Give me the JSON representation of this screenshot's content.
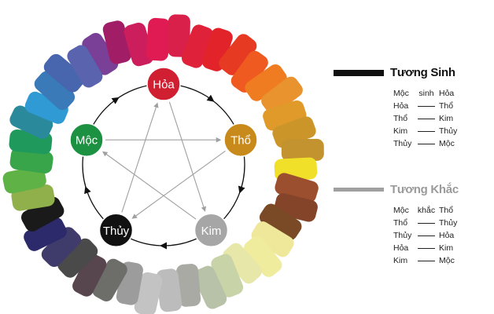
{
  "diagram": {
    "elements": [
      {
        "id": "hoa",
        "label": "Hỏa",
        "color": "#cf1f30"
      },
      {
        "id": "tho",
        "label": "Thổ",
        "color": "#c98a1c"
      },
      {
        "id": "kim",
        "label": "Kim",
        "color": "#a6a6a6"
      },
      {
        "id": "thuy",
        "label": "Thủy",
        "color": "#111111"
      },
      {
        "id": "moc",
        "label": "Mộc",
        "color": "#1c9141"
      }
    ],
    "generating_color": "#111111",
    "overcoming_color": "#a0a0a0",
    "swatch_colors": [
      "#7a3f97",
      "#a11d66",
      "#cc1e5c",
      "#e01a52",
      "#d9204a",
      "#e0213a",
      "#e2242a",
      "#e73a22",
      "#ee5a1f",
      "#f07c22",
      "#e8932d",
      "#df9a2a",
      "#cc9529",
      "#c39330",
      "#f0e02a",
      "#9c4f2e",
      "#84442a",
      "#7a4a27",
      "#efe79a",
      "#f0ec9e",
      "#e6e7a8",
      "#c9d3a8",
      "#b8c2a8",
      "#a9aaa3",
      "#bcbcbc",
      "#c3c3c3",
      "#9c9c9c",
      "#6d6e6a",
      "#58464f",
      "#4a4a4a",
      "#3f3c6b",
      "#2c2a6a",
      "#1a1a1a",
      "#8fb04a",
      "#5fb346",
      "#38a54a",
      "#1f9a5c",
      "#2a8a9c",
      "#2f9ad4",
      "#3a7ab8",
      "#4766ae",
      "#5a63ad"
    ]
  },
  "legend": {
    "generating": {
      "title": "Tương Sinh",
      "color": "#111111",
      "header": {
        "a": "Mộc",
        "rel": "sinh",
        "b": "Hỏa"
      },
      "rows": [
        {
          "a": "Hỏa",
          "b": "Thổ"
        },
        {
          "a": "Thổ",
          "b": "Kim"
        },
        {
          "a": "Kim",
          "b": "Thủy"
        },
        {
          "a": "Thủy",
          "b": "Mộc"
        }
      ]
    },
    "overcoming": {
      "title": "Tương Khắc",
      "color": "#a0a0a0",
      "header": {
        "a": "Mộc",
        "rel": "khắc",
        "b": "Thổ"
      },
      "rows": [
        {
          "a": "Thổ",
          "b": "Thủy"
        },
        {
          "a": "Thủy",
          "b": "Hỏa"
        },
        {
          "a": "Hỏa",
          "b": "Kim"
        },
        {
          "a": "Kim",
          "b": "Mộc"
        }
      ]
    }
  }
}
